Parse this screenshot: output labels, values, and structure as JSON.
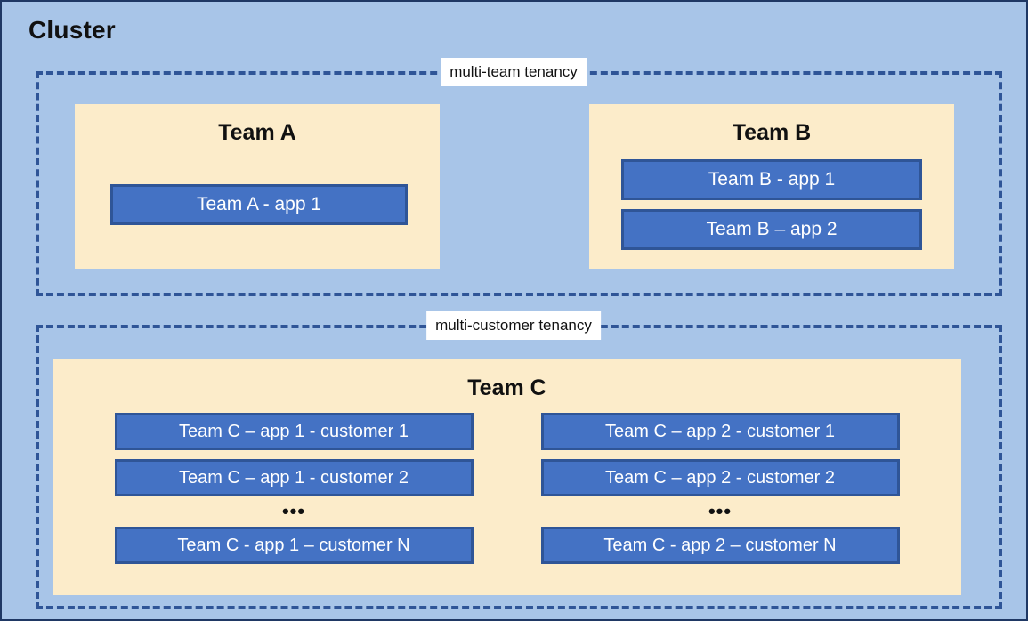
{
  "diagram": {
    "title": "Cluster",
    "background_color": "#a8c5e8",
    "border_color": "#1f3864",
    "card_color": "#fcecca",
    "app_fill_color": "#4472c4",
    "app_border_color": "#2f5597",
    "dashed_border_color": "#2f5597",
    "ellipsis": "•••"
  },
  "groups": [
    {
      "label": "multi-team tenancy",
      "teams": [
        {
          "name": "Team A",
          "apps": [
            {
              "label": "Team A - app 1"
            }
          ]
        },
        {
          "name": "Team B",
          "apps": [
            {
              "label": "Team B - app 1"
            },
            {
              "label": "Team B – app 2"
            }
          ]
        }
      ]
    },
    {
      "label": "multi-customer tenancy",
      "teams": [
        {
          "name": "Team C",
          "columns": [
            {
              "items": [
                {
                  "label": "Team C – app 1 - customer 1"
                },
                {
                  "label": "Team C – app 1 - customer 2"
                }
              ],
              "ellipsis": "•••",
              "last": {
                "label": "Team C - app 1 – customer N"
              }
            },
            {
              "items": [
                {
                  "label": "Team C – app 2 - customer 1"
                },
                {
                  "label": "Team C – app 2 - customer 2"
                }
              ],
              "ellipsis": "•••",
              "last": {
                "label": "Team C - app 2 – customer N"
              }
            }
          ]
        }
      ]
    }
  ]
}
